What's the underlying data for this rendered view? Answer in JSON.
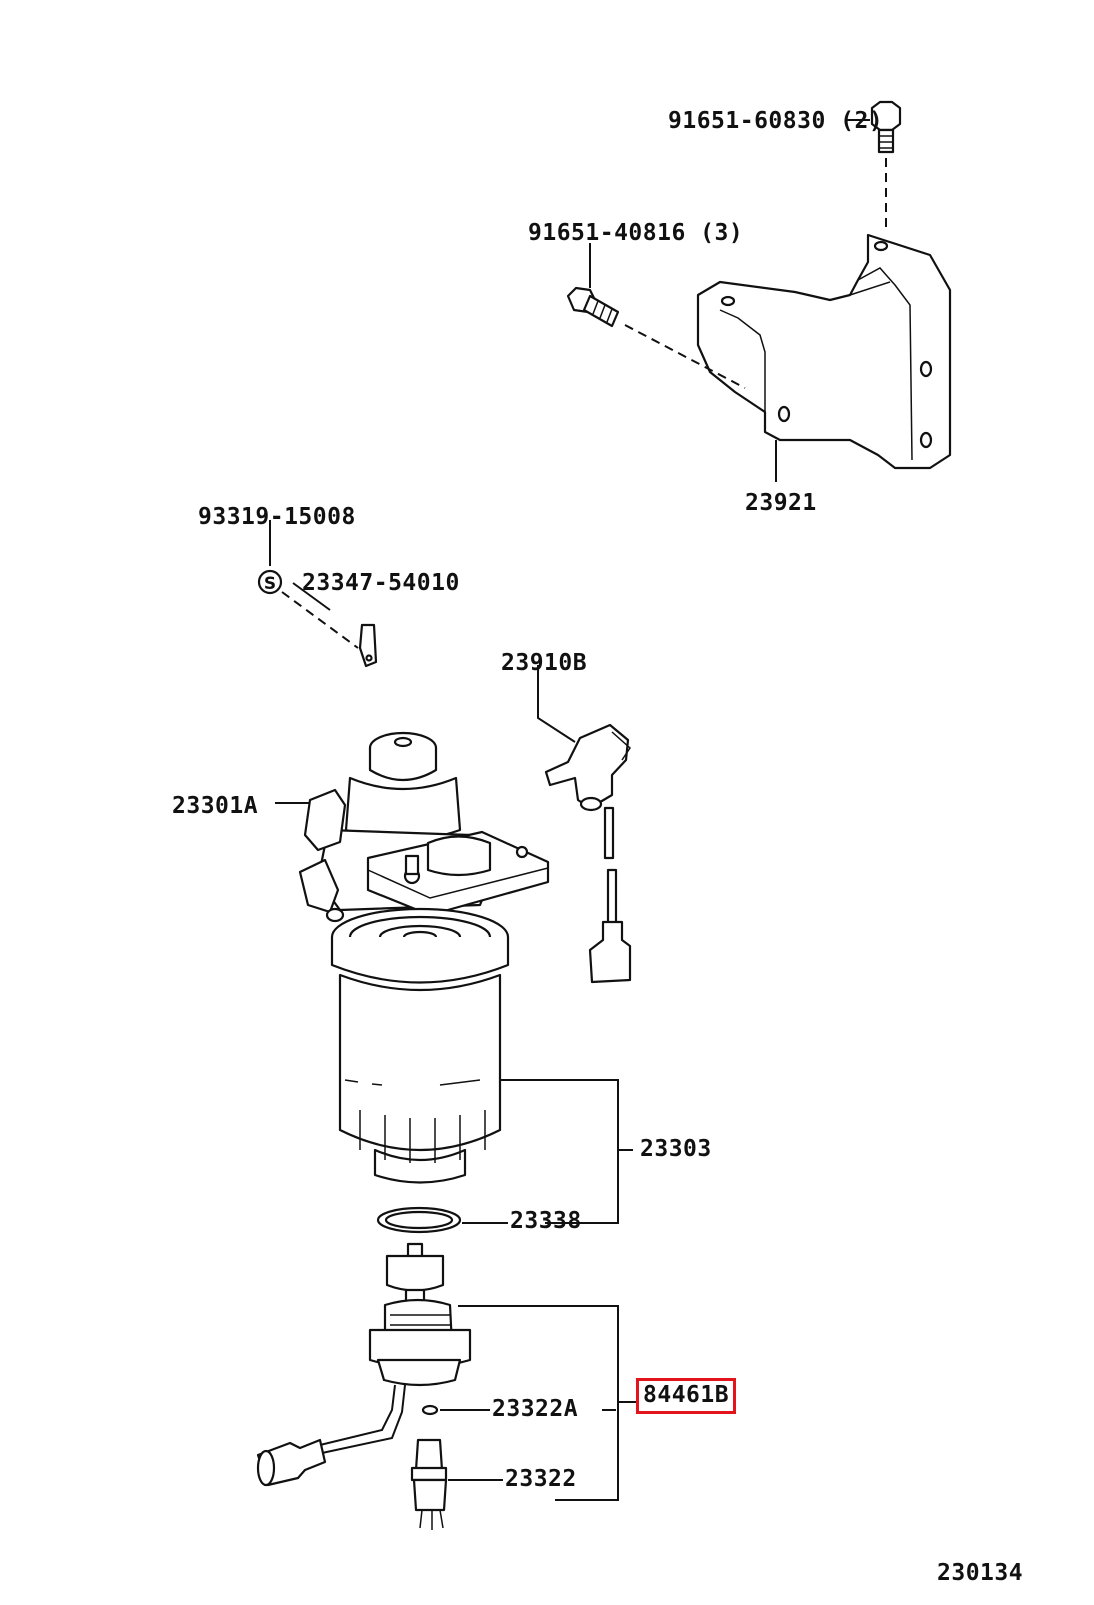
{
  "diagram": {
    "labels": {
      "p91651_60830": "91651-60830 (2)",
      "p91651_40816": "91651-40816 (3)",
      "p23921": "23921",
      "p93319_15008": "93319-15008",
      "p23347_54010": "23347-54010",
      "p23910B": "23910B",
      "p23301A": "23301A",
      "p23303": "23303",
      "p23338": "23338",
      "p84461B": "84461B",
      "p23322A": "23322A",
      "p23322": "23322",
      "ref": "230134"
    },
    "stamp_symbol": "S",
    "highlight_color": "#e3141c"
  }
}
